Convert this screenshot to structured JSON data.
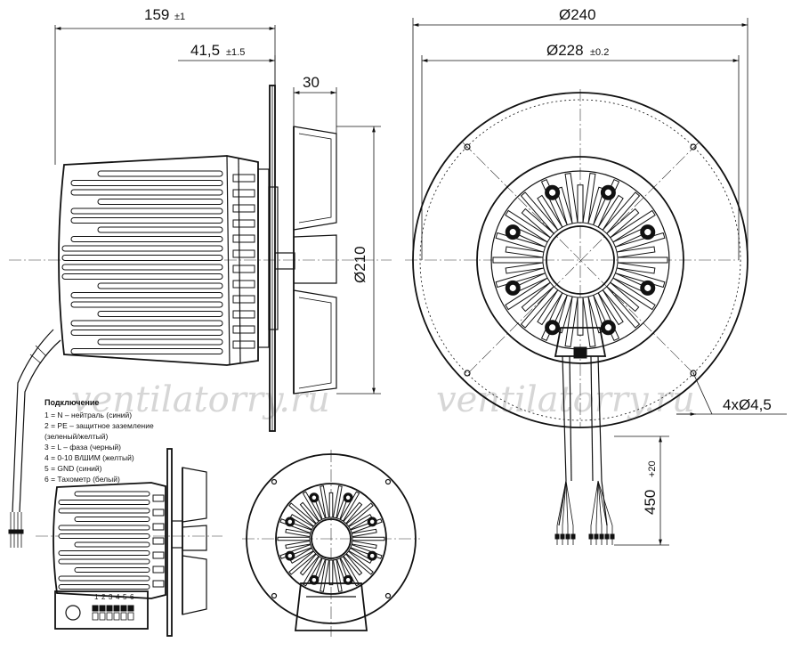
{
  "dimensions": {
    "overall_length": "159",
    "overall_length_tol": "±1",
    "hub_offset": "41,5",
    "hub_offset_tol": "±1.5",
    "impeller_depth": "30",
    "impeller_diameter": "Ø210",
    "outer_diameter": "Ø240",
    "bolt_circle": "Ø228",
    "bolt_circle_tol": "±0.2",
    "mount_holes": "4xØ4,5",
    "cable_length": "450",
    "cable_length_tol": "+20"
  },
  "watermark": "ventilatorry.ru",
  "connection": {
    "title": "Подключение",
    "lines": [
      "1 = N – нейтраль (синий)",
      "2 = PE – защитное заземление",
      "(зеленый/желтый)",
      "3 = L – фаза (черный)",
      "4 = 0-10 В/ШИМ (желтый)",
      "5 = GND (синий)",
      "6 = Тахометр (белый)"
    ]
  },
  "terminal_numbers": [
    "1",
    "2",
    "3",
    "4",
    "5",
    "6"
  ]
}
